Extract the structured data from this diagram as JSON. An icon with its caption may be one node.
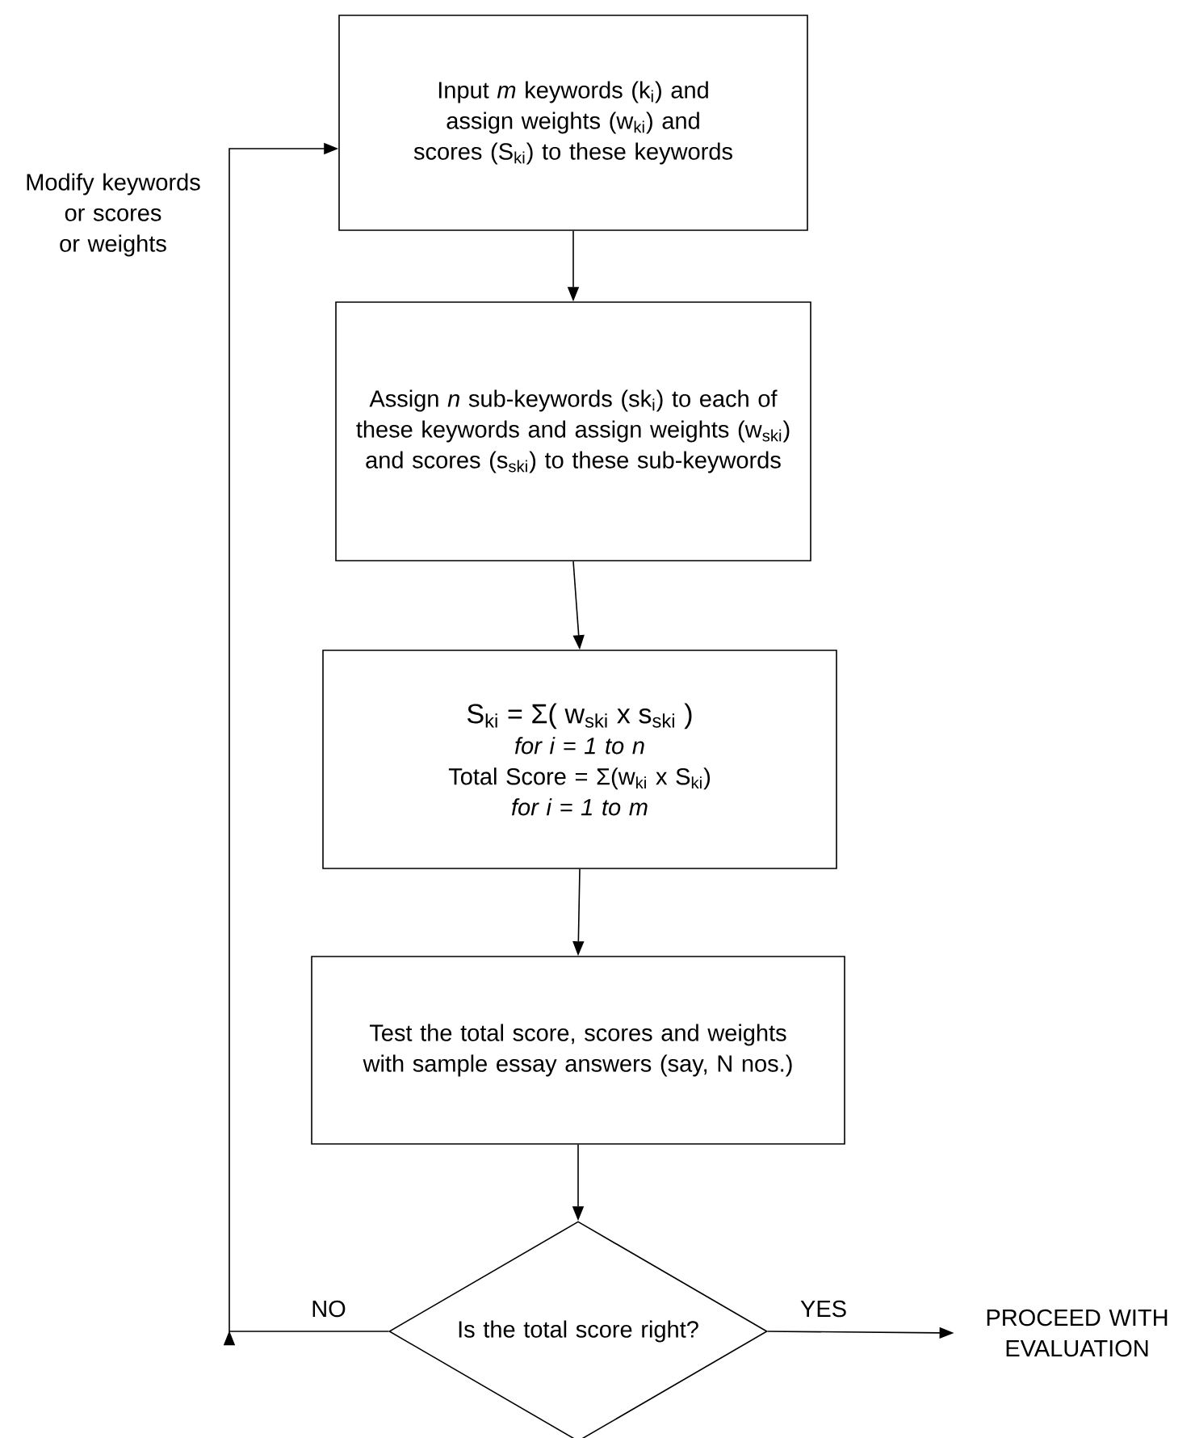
{
  "diagram": {
    "nodes": [
      {
        "text": [
          "Input *m* keywords (k$_{i}$) and assign weights (w$_{ki}$) and scores (S$_{ki}$) to these keywords"
        ]
      },
      {
        "text": [
          "Assign *n* sub-keywords (sk$_{i}$) to each of these keywords and assign weights (w$_{ski}$) and scores (s$_{ski}$) to these sub-keywords"
        ]
      },
      {
        "text": [
          "S$_{ki}$ =  Σ( w$_{ski}$ x s$_{ski}$ )",
          "for i = 1 to n",
          "Total Score = Σ(w$_{ki}$ x S$_{ki}$)",
          "for i = 1 to m"
        ]
      },
      {
        "text": [
          "Test the total score, scores and weights with sample essay answers (say, N nos.)"
        ]
      },
      {
        "text": [
          "Is the total score right?"
        ]
      },
      {
        "text": [
          "PROCEED WITH EVALUATION"
        ]
      }
    ],
    "edges": [
      {
        "from": 0,
        "to": 1,
        "arrow": "to"
      },
      {
        "from": 1,
        "to": 2,
        "arrow": "to"
      },
      {
        "from": 2,
        "to": 3,
        "arrow": "to"
      },
      {
        "from": 3,
        "to": 4,
        "arrow": "to"
      },
      {
        "from": 4,
        "to": 0,
        "arrow": "to",
        "label": "NO"
      },
      {
        "from": 4,
        "to": 5,
        "arrow": "to",
        "label": "YES"
      }
    ],
    "labels": [
      "Modify keywords or scores or weights"
    ]
  }
}
